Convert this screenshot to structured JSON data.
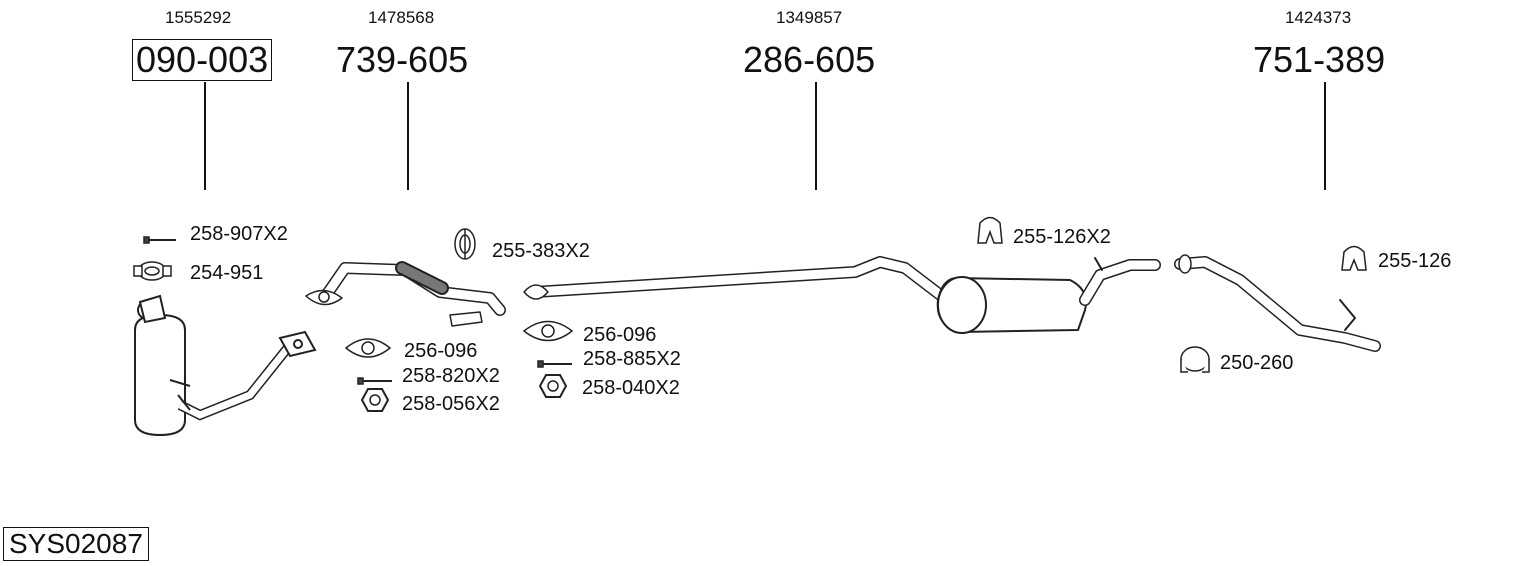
{
  "assemblies": [
    {
      "ref": "1555292",
      "part": "090-003",
      "boxed": true
    },
    {
      "ref": "1478568",
      "part": "739-605",
      "boxed": false
    },
    {
      "ref": "1349857",
      "part": "286-605",
      "boxed": false
    },
    {
      "ref": "1424373",
      "part": "751-389",
      "boxed": false
    }
  ],
  "accessories": {
    "a1": "258-907X2",
    "a2": "254-951",
    "a3": "255-383X2",
    "a4": "256-096",
    "a5": "258-820X2",
    "a6": "258-056X2",
    "a7": "256-096",
    "a8": "258-885X2",
    "a9": "258-040X2",
    "a10": "255-126X2",
    "a11": "255-126",
    "a12": "250-260"
  },
  "system_code": "SYS02087"
}
